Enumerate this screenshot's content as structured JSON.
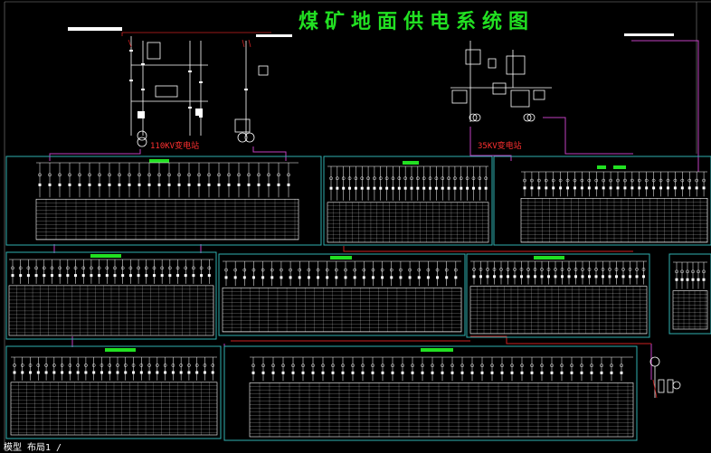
{
  "drawing": {
    "title": "煤矿地面供电系统图",
    "substation_110": "110KV变电站",
    "substation_35": "35KV变电站",
    "model_space": "模型  布局1  /"
  },
  "colors": {
    "background": "#000000",
    "title": "#22e022",
    "panel_border": "#2fb0b0",
    "feeder_line": "#c040c0",
    "busbar": "#cc2222",
    "symbol": "#ffffff",
    "highlight": "#22e022"
  }
}
